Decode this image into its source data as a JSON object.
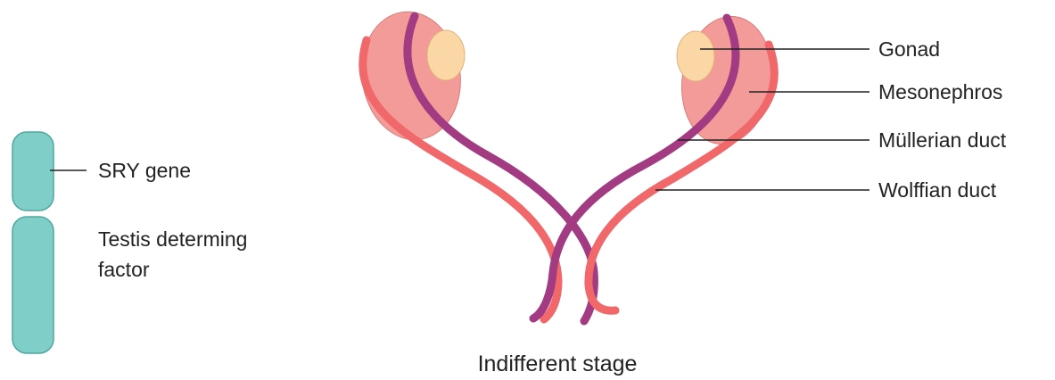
{
  "chromosome": {
    "sry_label": "SRY gene",
    "tdf_label_line1": "Testis determing",
    "tdf_label_line2": "factor",
    "color": "#7fcfc8",
    "stroke": "#4ea8a0"
  },
  "labels": {
    "gonad": "Gonad",
    "mesonephros": "Mesonephros",
    "mullerian": "Müllerian duct",
    "wolffian": "Wolffian duct"
  },
  "caption": "Indifferent stage",
  "colors": {
    "mesonephros": "#f39b98",
    "gonad": "#fbd7a5",
    "mullerian_duct": "#a33b82",
    "wolffian_duct": "#f0686a",
    "leader_line": "#222222"
  }
}
